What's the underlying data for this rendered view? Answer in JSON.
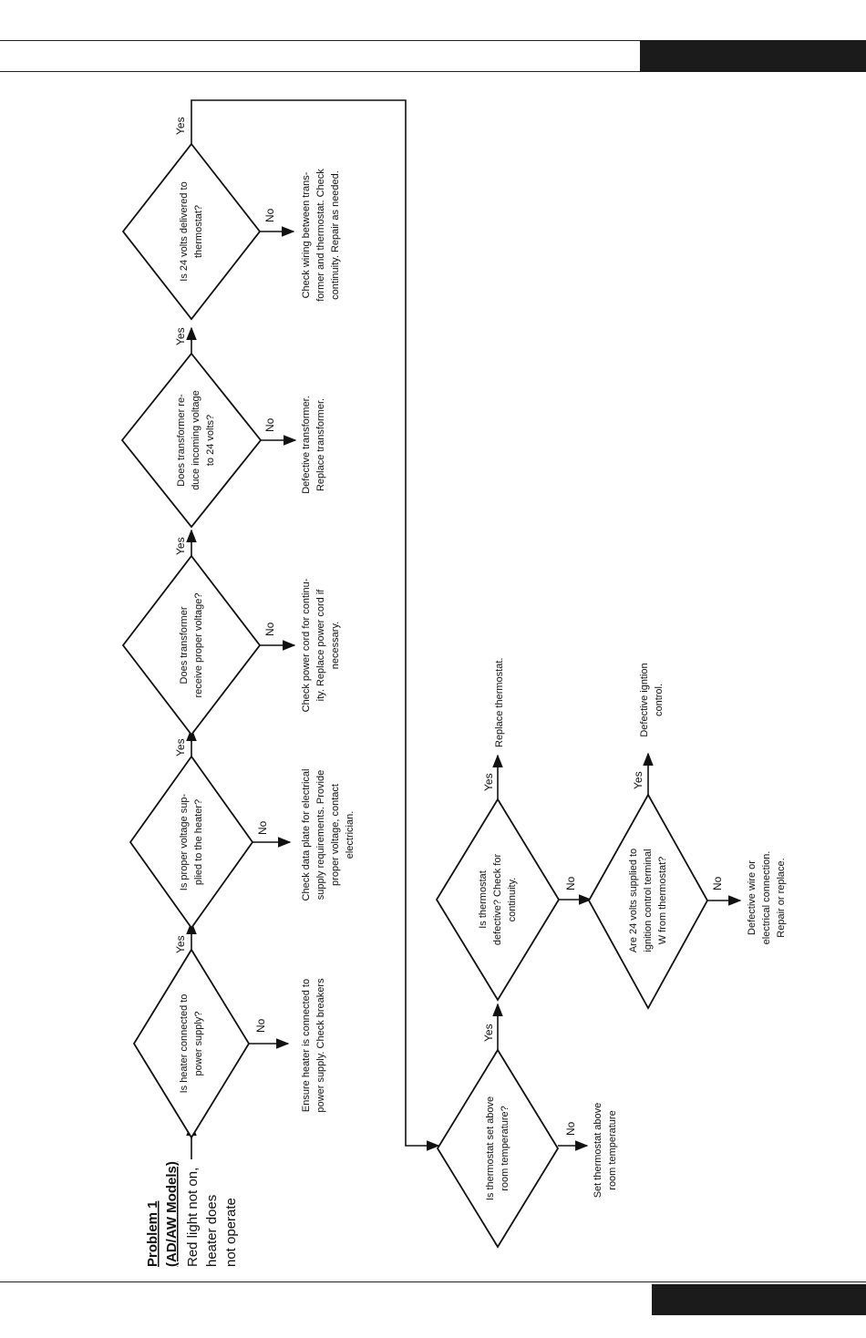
{
  "problem": {
    "title": "Problem 1",
    "models": "(AD/AW Models)",
    "symptom": [
      "Red light not on,",
      "heater does",
      "not operate"
    ]
  },
  "labels": {
    "yes": "Yes",
    "no": "No"
  },
  "decisions": [
    {
      "id": "d1",
      "lines": [
        "Is heater connected to",
        "power supply?"
      ],
      "no_action": [
        "Ensure heater is connected to",
        "power supply. Check breakers"
      ]
    },
    {
      "id": "d2",
      "lines": [
        "Is proper voltage sup-",
        "plied to the heater?"
      ],
      "no_action": [
        "Check data plate for electrical",
        "supply requirements. Provide",
        "proper voltage, contact",
        "electrician."
      ]
    },
    {
      "id": "d3",
      "lines": [
        "Does transformer",
        "receive proper voltage?"
      ],
      "no_action": [
        "Check power cord for continu-",
        "ity. Replace power cord if",
        "necessary."
      ]
    },
    {
      "id": "d4",
      "lines": [
        "Does transformer re-",
        "duce incoming voltage",
        "to 24 volts?"
      ],
      "no_action": [
        "Defective transformer.",
        "Replace transformer."
      ]
    },
    {
      "id": "d5",
      "lines": [
        "Is 24 volts delivered to",
        "thermostat?"
      ],
      "no_action": [
        "Check wiring between trans-",
        "former and thermostat. Check",
        "continuity. Repair as needed."
      ]
    },
    {
      "id": "d6",
      "lines": [
        "Is thermostat set above",
        "room temperature?"
      ],
      "no_action": [
        "Set thermostat above",
        "room temperature"
      ]
    },
    {
      "id": "d7",
      "lines": [
        "Is thermostat",
        "defective? Check for",
        "continuity."
      ],
      "yes_action": [
        "Replace thermostat."
      ]
    },
    {
      "id": "d8",
      "lines": [
        "Are 24 volts supplied to",
        "ignition control terminal",
        "W from thermostat?"
      ],
      "yes_action": [
        "Defective igntion",
        "control."
      ],
      "no_action": [
        "Defective wire or",
        "electrical connection.",
        "Repair or replace."
      ]
    }
  ]
}
